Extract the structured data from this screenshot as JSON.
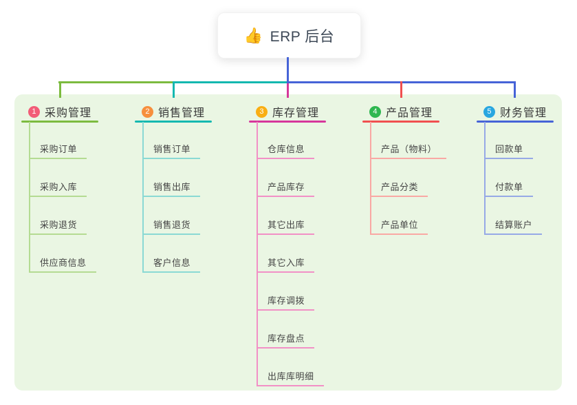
{
  "root": {
    "icon_glyph": "👍",
    "label": "ERP 后台"
  },
  "panel": {
    "bg": "#eaf6e3"
  },
  "connector": {
    "root_line_color": "#4663d7"
  },
  "branches": [
    {
      "num": "1",
      "label": "采购管理",
      "badge_color": "#f25c77",
      "line_color": "#7cbb3f",
      "child_line_color": "#b4db92",
      "children": [
        "采购订单",
        "采购入库",
        "采购退货",
        "供应商信息"
      ]
    },
    {
      "num": "2",
      "label": "销售管理",
      "badge_color": "#f78f3d",
      "line_color": "#14b8b0",
      "child_line_color": "#8ad9d4",
      "children": [
        "销售订单",
        "销售出库",
        "销售退货",
        "客户信息"
      ]
    },
    {
      "num": "3",
      "label": "库存管理",
      "badge_color": "#f9ae13",
      "line_color": "#d6379b",
      "child_line_color": "#f290c6",
      "children": [
        "仓库信息",
        "产品库存",
        "其它出库",
        "其它入库",
        "库存调拨",
        "库存盘点",
        "出库库明细"
      ]
    },
    {
      "num": "4",
      "label": "产品管理",
      "badge_color": "#2fb750",
      "line_color": "#f04f4f",
      "child_line_color": "#f9a8a4",
      "children": [
        "产品（物料）",
        "产品分类",
        "产品单位"
      ]
    },
    {
      "num": "5",
      "label": "财务管理",
      "badge_color": "#29a7e0",
      "line_color": "#4663d7",
      "child_line_color": "#96a9e6",
      "children": [
        "回款单",
        "付款单",
        "结算账户"
      ]
    }
  ]
}
